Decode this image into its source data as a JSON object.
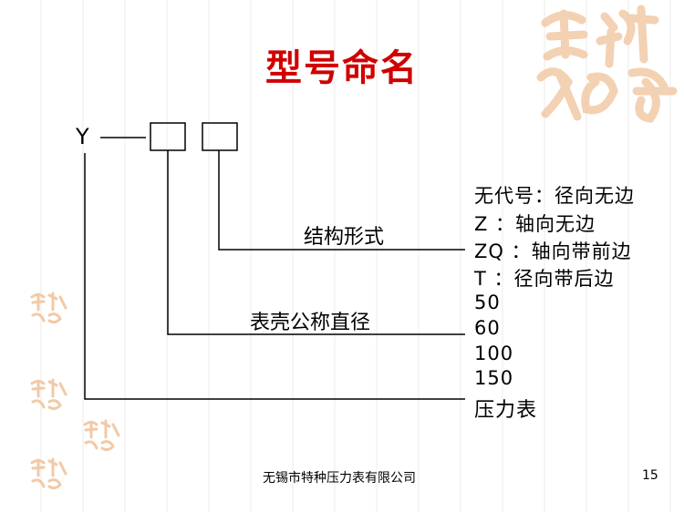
{
  "slide": {
    "title": "型号命名",
    "page_number": "15",
    "footer": "无锡市特种压力表有限公司"
  },
  "diagram": {
    "prefix": "Y",
    "structure_label": "结构形式",
    "structure_options": [
      "无代号：径向无边",
      "Z ：轴向无边",
      "ZQ ：轴向带前边",
      "T ：径向带后边"
    ],
    "diameter_label": "表壳公称直径",
    "diameter_options": [
      "50",
      "60",
      "100",
      "150"
    ],
    "product_name": "压力表"
  },
  "colors": {
    "title": "#d00000",
    "seal": "#f2c9a6",
    "lines": "#000000"
  }
}
